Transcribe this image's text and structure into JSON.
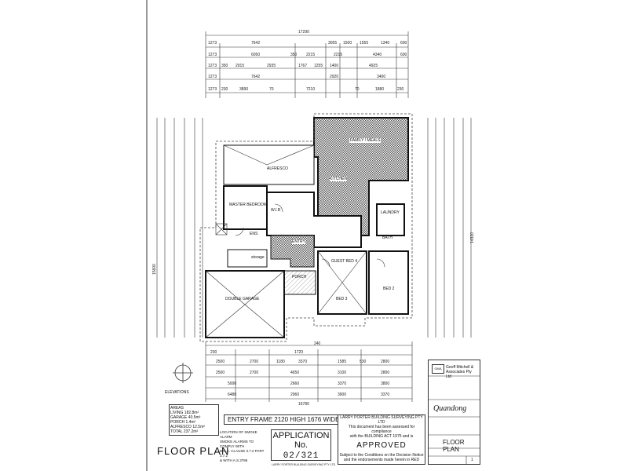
{
  "sheet": {
    "title": "FLOOR PLAN",
    "entry_frame": "ENTRY FRAME 2120 HIGH 1676 WIDE",
    "elevations_label": "ELEVATIONS",
    "overall_width_top": "17290",
    "overall_width_bottom": "16780",
    "overall_depth_left": "15600",
    "overall_depth_right": "14320"
  },
  "top_dims": {
    "row1": [
      "1273",
      "7642",
      "3055",
      "1500",
      "1555",
      "1340",
      "600"
    ],
    "row2": [
      "1273",
      "6050",
      "350",
      "2215",
      "2215",
      "4340",
      "600"
    ],
    "row3": [
      "1273",
      "350",
      "2915",
      "2935",
      "1767",
      "1255",
      "1400",
      "4925"
    ],
    "row4": [
      "1273",
      "7642",
      "2920",
      "3400"
    ],
    "row5": [
      "1273",
      "230",
      "3890",
      "70",
      "7210",
      "70",
      "1880",
      "230"
    ]
  },
  "bottom_dims": {
    "row1": [
      "230",
      "1720",
      "240"
    ],
    "row2": [
      "2500",
      "2700",
      "1180",
      "3370",
      "1585",
      "530",
      "2800"
    ],
    "row3": [
      "2500",
      "2700",
      "4650",
      "3100",
      "2800"
    ],
    "row4": [
      "5000",
      "2660",
      "3370",
      "3800"
    ],
    "row5": [
      "6480",
      "2960",
      "3900",
      "3370"
    ]
  },
  "rooms": {
    "family": "FAMILY / MEALS",
    "master": "MASTER BEDROOM",
    "garage": "DOUBLE GARAGE",
    "alfresco": "ALFRESCO",
    "kitchen": "KITCHEN",
    "laundry": "LAUNDRY",
    "bed2": "BED 2",
    "bed3": "BED 3",
    "guest": "GUEST BED 4",
    "porch": "PORCH",
    "entry": "ENTRY",
    "wir": "W.I.R",
    "ens": "ENS",
    "bath": "BATH",
    "storage": "storage"
  },
  "areas": {
    "heading": "AREAS",
    "living": "LIVING 182.8m²",
    "garage": "GARAGE 40.5m²",
    "porch": "PORCH 1.4m²",
    "alfresco": "ALFRESCO 12.5m²",
    "total": "TOTAL 237.2m²"
  },
  "legend": {
    "line1": "LOCATION OF SMOKE ALARM",
    "line2": "SMOKE ALARMS TO COMPLY WITH",
    "line3": "B.C.A. CLAUSE 3.7.2 PART 3.7.2",
    "line4": "& WITH A.S.3786"
  },
  "application": {
    "title": "APPLICATION No.",
    "number": "02/321",
    "company": "LARRY PORTER BUILDING SURVEYING PTY LTD"
  },
  "approval": {
    "company": "LARRY PORTER BUILDING SURVEYING PTY LTD",
    "line1": "This document has been assessed for compliance",
    "line2": "with the BUILDING ACT 1975 and is",
    "status": "APPROVED",
    "line3": "Subject to the Conditions on the Decision Notice",
    "line4": "and the endorsements made herein in RED"
  },
  "title_block": {
    "firm": "Geoff Mitchell & Associates Pty Ltd",
    "design": "Quandong",
    "drawing": "FLOOR PLAN",
    "sheet_no": "1"
  },
  "colors": {
    "ink": "#111111",
    "paper": "#ffffff",
    "tile": "#555555"
  }
}
